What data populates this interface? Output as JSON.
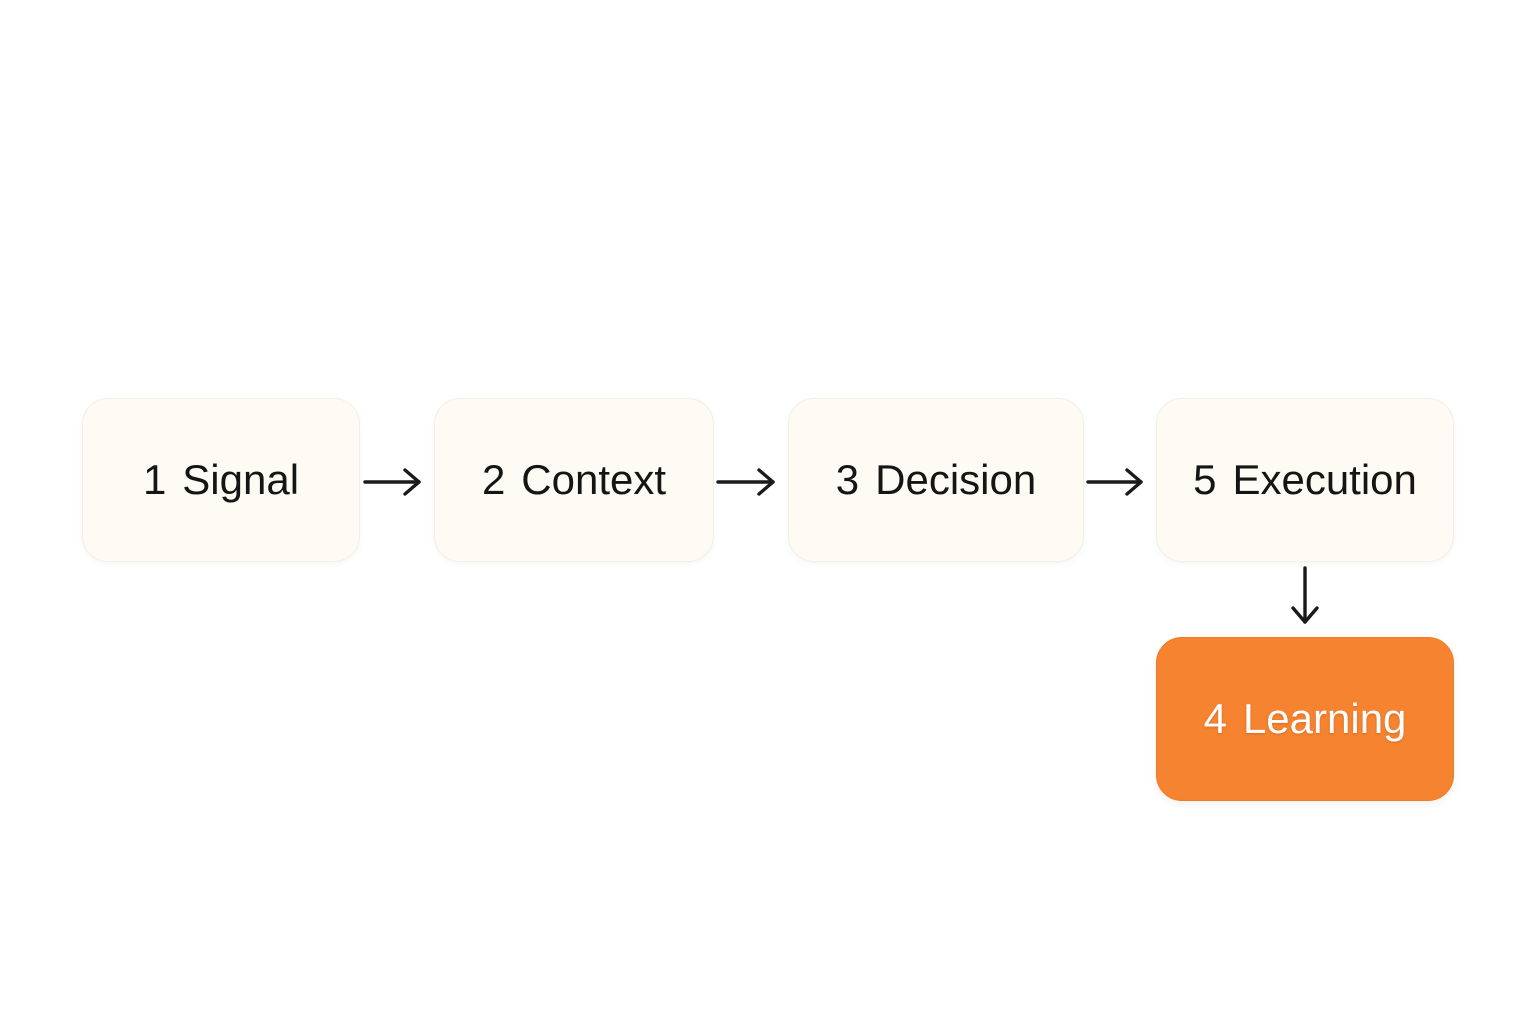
{
  "nodes": {
    "signal": {
      "number": "1",
      "label": "Signal"
    },
    "context": {
      "number": "2",
      "label": "Context"
    },
    "decision": {
      "number": "3",
      "label": "Decision"
    },
    "execution": {
      "number": "5",
      "label": "Execution"
    },
    "learning": {
      "number": "4",
      "label": "Learning"
    }
  },
  "colors": {
    "node_fill": "#fdfbf3",
    "accent_fill": "#f5832f",
    "text": "#151515",
    "accent_text": "#ffffff",
    "arrow": "#1a1a1a"
  },
  "edges": [
    {
      "from": "signal",
      "to": "context"
    },
    {
      "from": "context",
      "to": "decision"
    },
    {
      "from": "decision",
      "to": "execution"
    },
    {
      "from": "execution",
      "to": "learning"
    }
  ]
}
